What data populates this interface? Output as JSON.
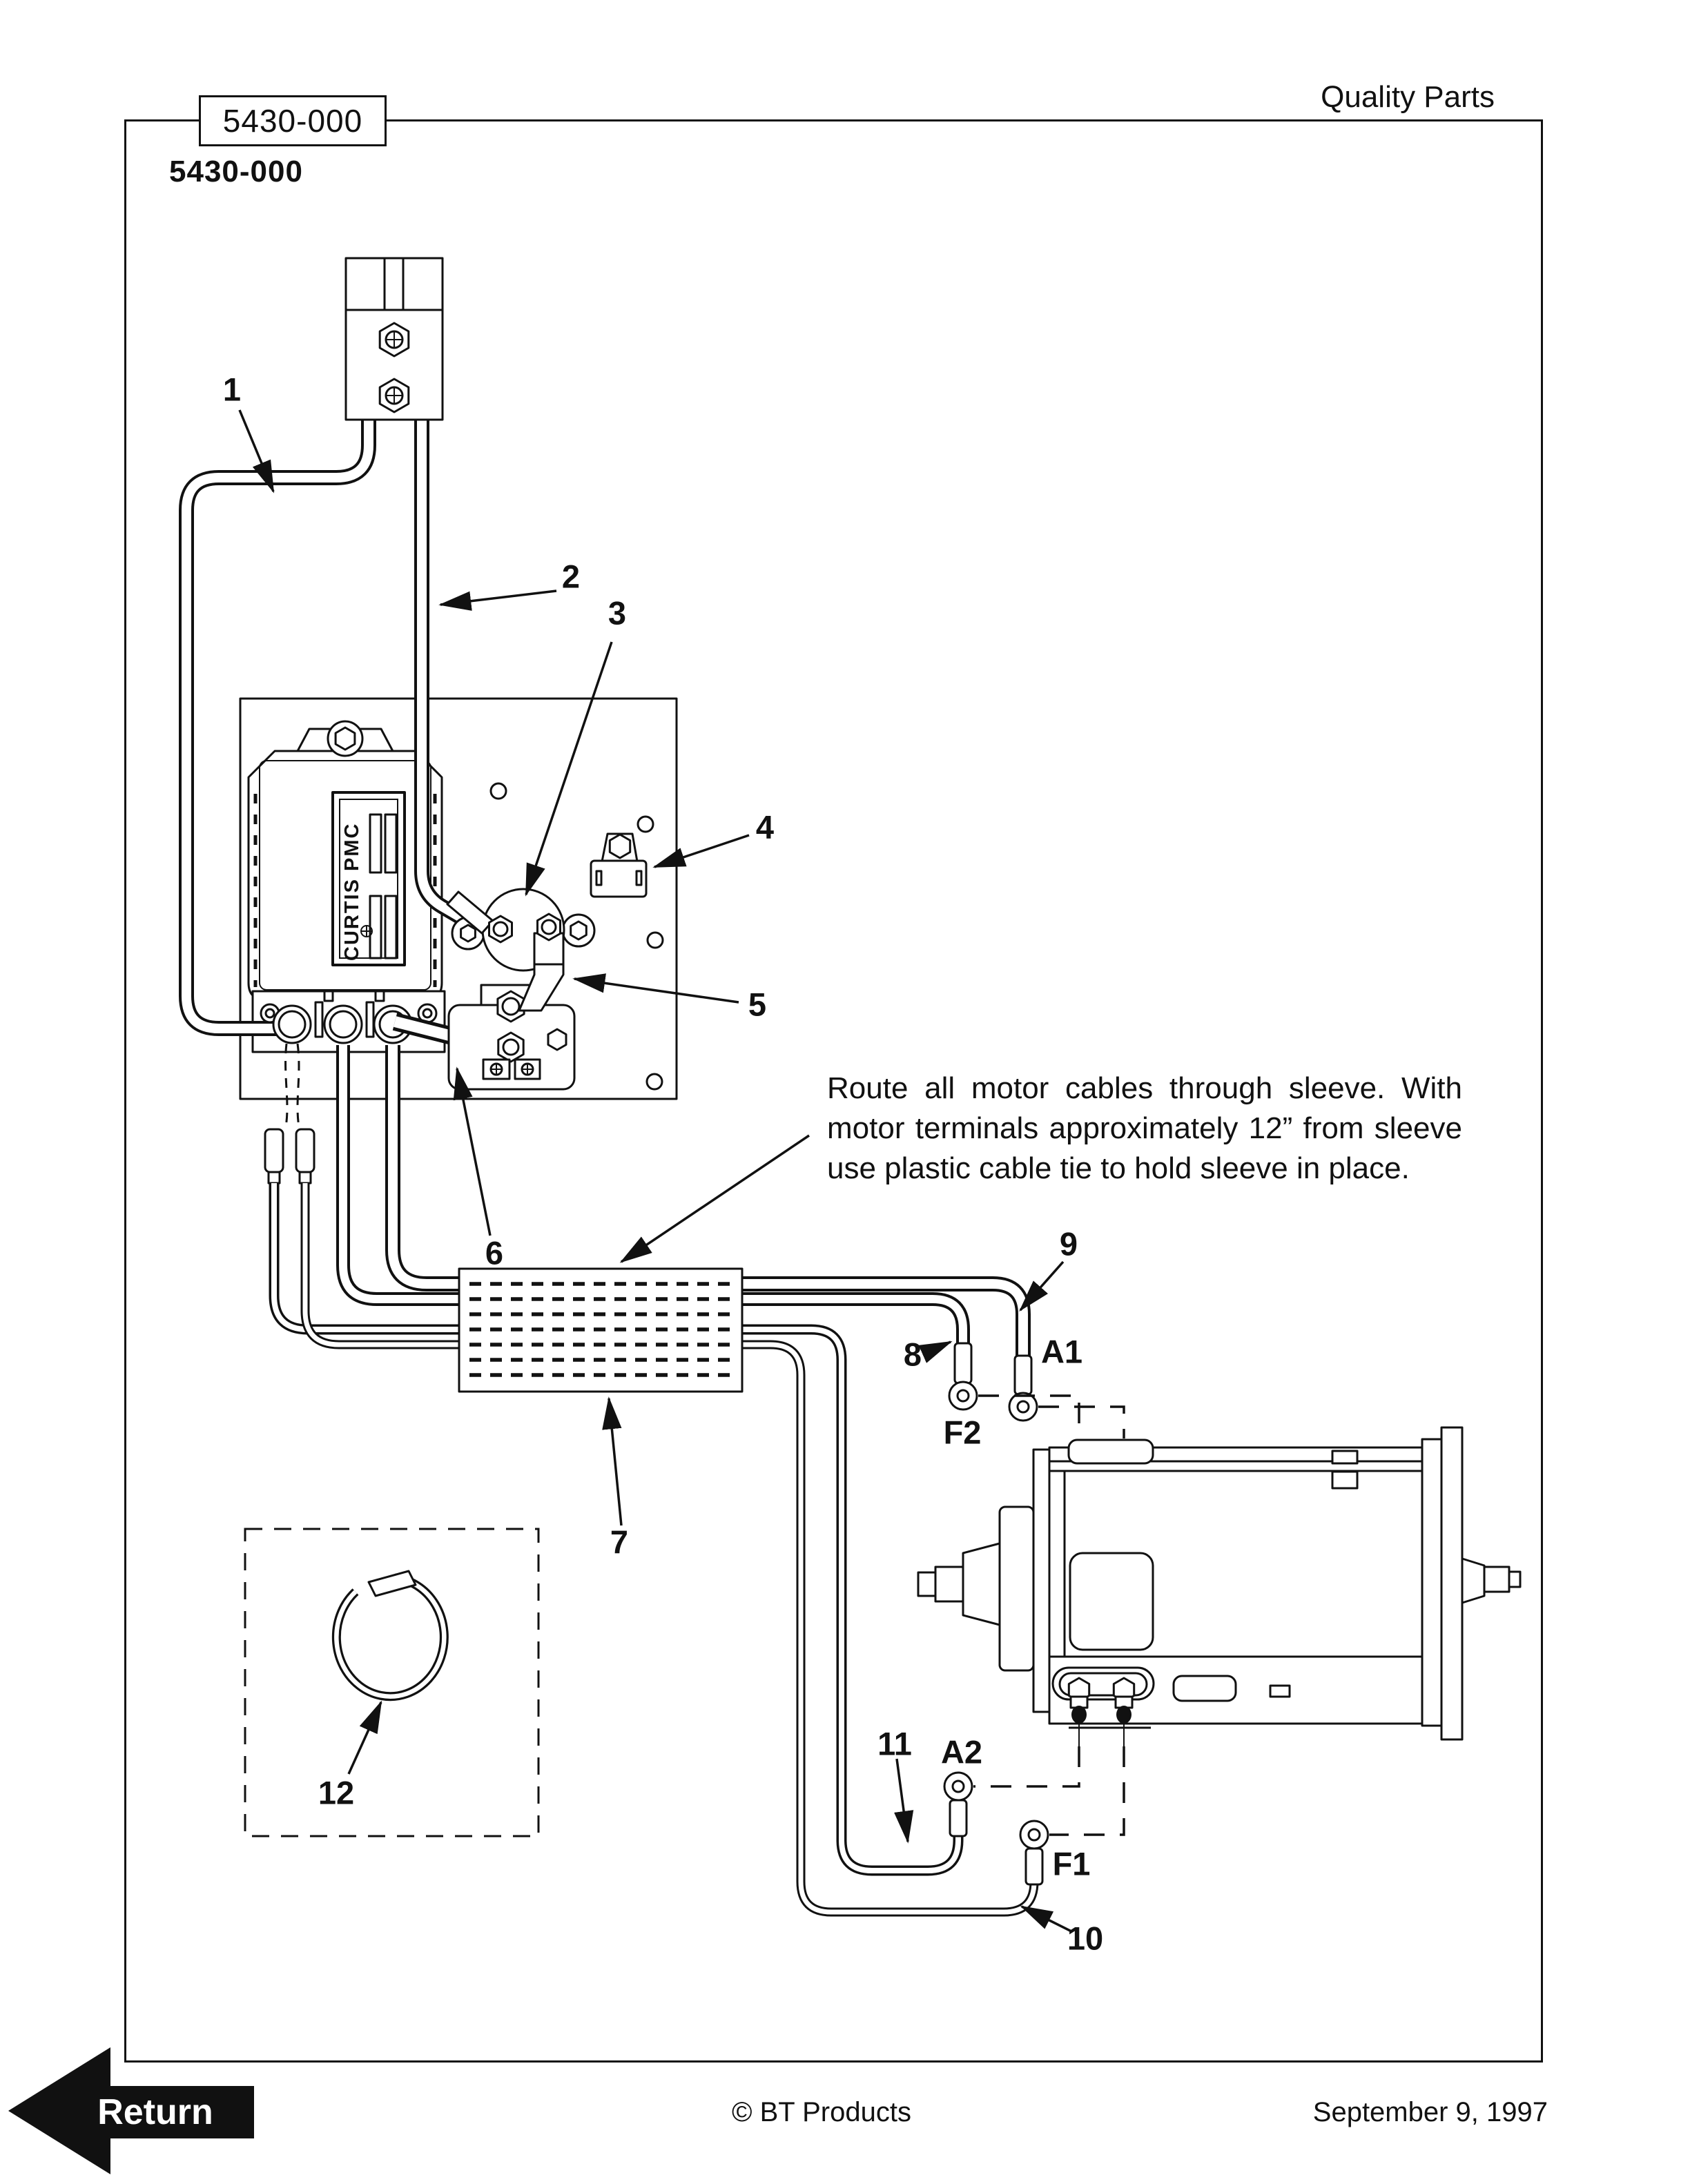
{
  "header": {
    "box_label": "5430-000",
    "page_number": "5430-000",
    "brand": "Quality Parts"
  },
  "note": {
    "lines": [
      "Route all motor cables through sleeve. With",
      "motor terminals approximately 12” from sleeve",
      "use plastic cable tie to hold sleeve in place."
    ]
  },
  "callouts": {
    "c1": "1",
    "c2": "2",
    "c3": "3",
    "c4": "4",
    "c5": "5",
    "c6": "6",
    "c7": "7",
    "c8": "8",
    "c9": "9",
    "c10": "10",
    "c11": "11",
    "c12": "12"
  },
  "terminals": {
    "a1": "A1",
    "f2": "F2",
    "a2": "A2",
    "f1": "F1"
  },
  "controller": {
    "brand": "CURTIS PMC"
  },
  "footer": {
    "copyright": "© BT Products",
    "date": "September 9, 1997",
    "return_label": "Return"
  },
  "colors": {
    "ink": "#111111",
    "paper": "#ffffff"
  }
}
